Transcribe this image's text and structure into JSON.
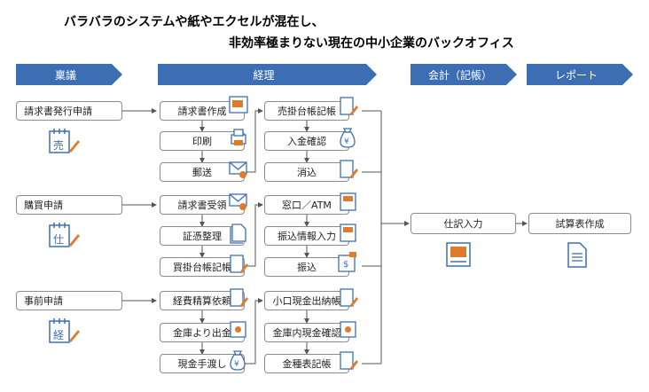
{
  "titles": {
    "line1": "バラバラのシステムや紙やエクセルが混在し、",
    "line2": "非効率極まりない現在の中小企業のバックオフィス"
  },
  "headers": {
    "ringi": "稟議",
    "keiri": "経理",
    "kaikei": "会計（記帳）",
    "report": "レポート"
  },
  "ringi": {
    "invoice_request": "請求書発行申請",
    "purchase_request": "購買申請",
    "prior_request": "事前申請",
    "icon_labels": [
      "売",
      "仕",
      "経"
    ]
  },
  "keiri": {
    "col1": [
      "請求書作成",
      "印刷",
      "郵送",
      "請求書受領",
      "証憑整理",
      "買掛台帳記帳",
      "経費精算依頼",
      "金庫より出金",
      "現金手渡し"
    ],
    "col2": [
      "売掛台帳記帳",
      "入金確認",
      "消込",
      "窓口／ATM",
      "振込情報入力",
      "振込",
      "小口現金出納帳",
      "金庫内現金確認",
      "金種表記帳"
    ]
  },
  "kaikei": {
    "journal": "仕訳入力"
  },
  "report": {
    "trial_balance": "試算表作成"
  },
  "colors": {
    "header": "#3d6eb3",
    "border": "#8c8c8c",
    "icon_blue": "#3d6eb3",
    "icon_orange": "#e07b2a"
  }
}
